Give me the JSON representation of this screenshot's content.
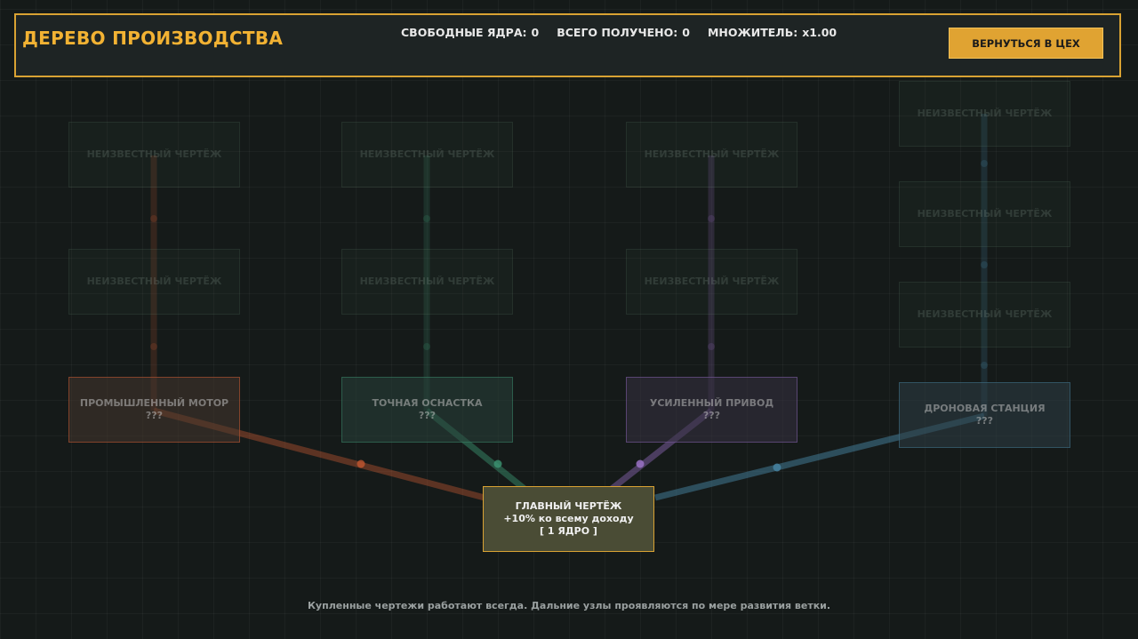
{
  "header": {
    "title": "ДЕРЕВО ПРОИЗВОДСТВА",
    "free_cores_label": "СВОБОДНЫЕ ЯДРА:",
    "free_cores_value": "0",
    "total_received_label": "ВСЕГО ПОЛУЧЕНО:",
    "total_received_value": "0",
    "multiplier_label": "МНОЖИТЕЛЬ:",
    "multiplier_value": "x1.00",
    "back_button": "ВЕРНУТЬСЯ В ЦЕХ"
  },
  "main_node": {
    "title": "ГЛАВНЫЙ ЧЕРТЁЖ",
    "effect": "+10% ко всему доходу",
    "cost": "[ 1 ЯДРО ]"
  },
  "branches": [
    {
      "name": "ПРОМЫШЛЕННЫЙ МОТОР",
      "info": "???",
      "color": "#c85a32"
    },
    {
      "name": "ТОЧНАЯ ОСНАСТКА",
      "info": "???",
      "color": "#3c9673"
    },
    {
      "name": "УСИЛЕННЫЙ ПРИВОД",
      "info": "???",
      "color": "#825fa8"
    },
    {
      "name": "ДРОНОВАЯ СТАНЦИЯ",
      "info": "???",
      "color": "#4682a0"
    }
  ],
  "unknown_label": "НЕИЗВЕСТНЫЙ ЧЕРТЁЖ",
  "footer_note": "Купленные чертежи работают всегда. Дальние узлы проявляются по мере развития ветки.",
  "colors": {
    "accent": "#e0a332",
    "background": "#151a19"
  }
}
